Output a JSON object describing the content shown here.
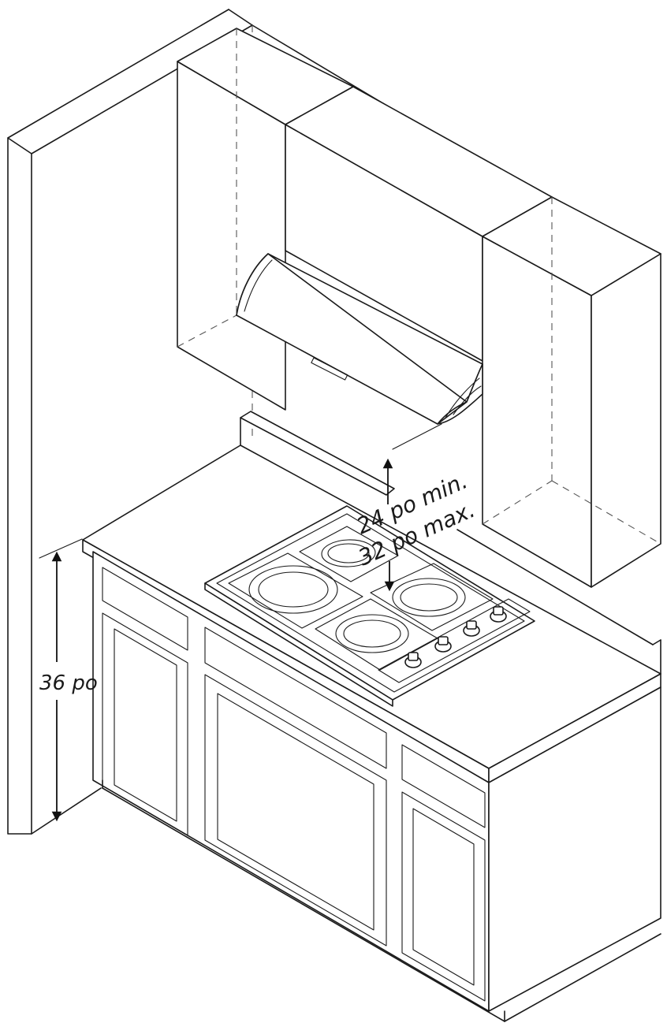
{
  "dimensions": {
    "hood_clearance_min": "24 po min.",
    "hood_clearance_max": "32 po max.",
    "counter_height": "36 po"
  },
  "colors": {
    "line": "#1a1a1a",
    "background": "#ffffff"
  }
}
